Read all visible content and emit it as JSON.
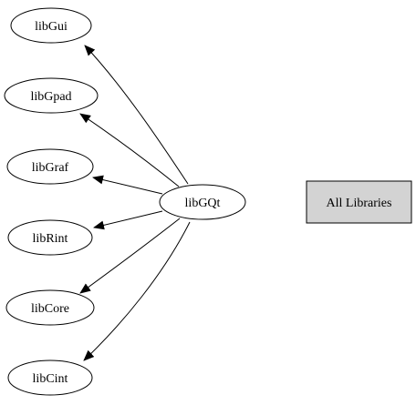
{
  "diagram": {
    "center": {
      "id": "libgqt",
      "label": "libGQt"
    },
    "dependencies": [
      {
        "id": "libgui",
        "label": "libGui"
      },
      {
        "id": "libgpad",
        "label": "libGpad"
      },
      {
        "id": "libgraf",
        "label": "libGraf"
      },
      {
        "id": "librint",
        "label": "libRint"
      },
      {
        "id": "libcore",
        "label": "libCore"
      },
      {
        "id": "libcint",
        "label": "libCint"
      }
    ],
    "link": {
      "id": "all-libraries",
      "label": "All Libraries"
    },
    "colors": {
      "stroke": "#000000",
      "node_fill": "#ffffff",
      "link_fill": "#d3d3d3"
    }
  }
}
